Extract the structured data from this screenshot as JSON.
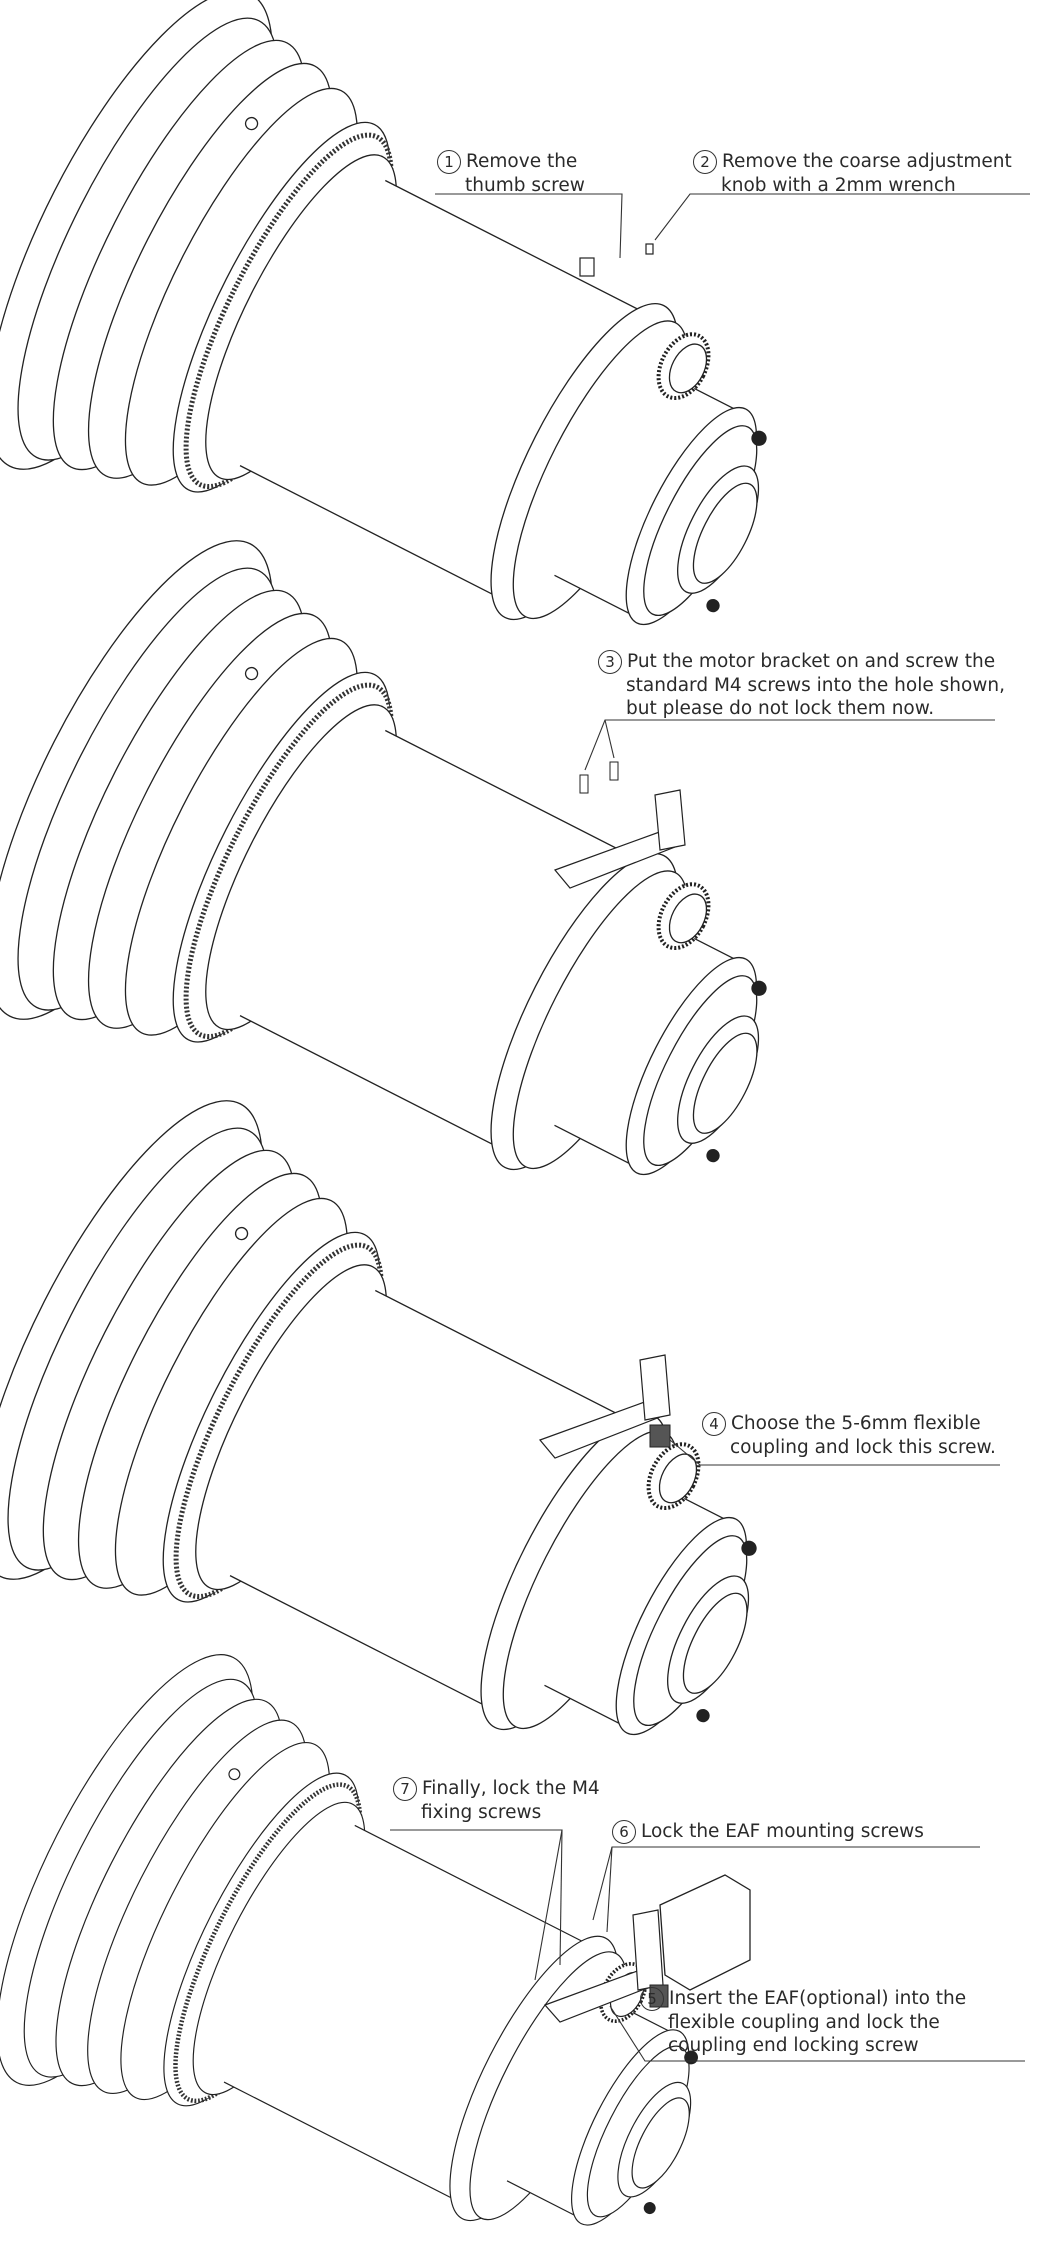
{
  "steps": [
    {
      "num": "1",
      "lines": [
        "Remove the",
        "thumb screw"
      ]
    },
    {
      "num": "2",
      "lines": [
        "Remove the coarse adjustment",
        "knob with a 2mm wrench"
      ]
    },
    {
      "num": "3",
      "lines": [
        "Put the motor bracket on and screw the",
        "standard M4 screws into the hole shown,",
        "but please do not lock them now."
      ]
    },
    {
      "num": "4",
      "lines": [
        "Choose the 5-6mm flexible",
        "coupling and lock this screw."
      ]
    },
    {
      "num": "5",
      "lines": [
        "Insert the EAF(optional) into the",
        "flexible coupling and lock the",
        "coupling end locking screw"
      ]
    },
    {
      "num": "6",
      "lines": [
        "Lock the EAF mounting screws"
      ]
    },
    {
      "num": "7",
      "lines": [
        "Finally, lock the M4",
        "fixing screws"
      ]
    }
  ]
}
